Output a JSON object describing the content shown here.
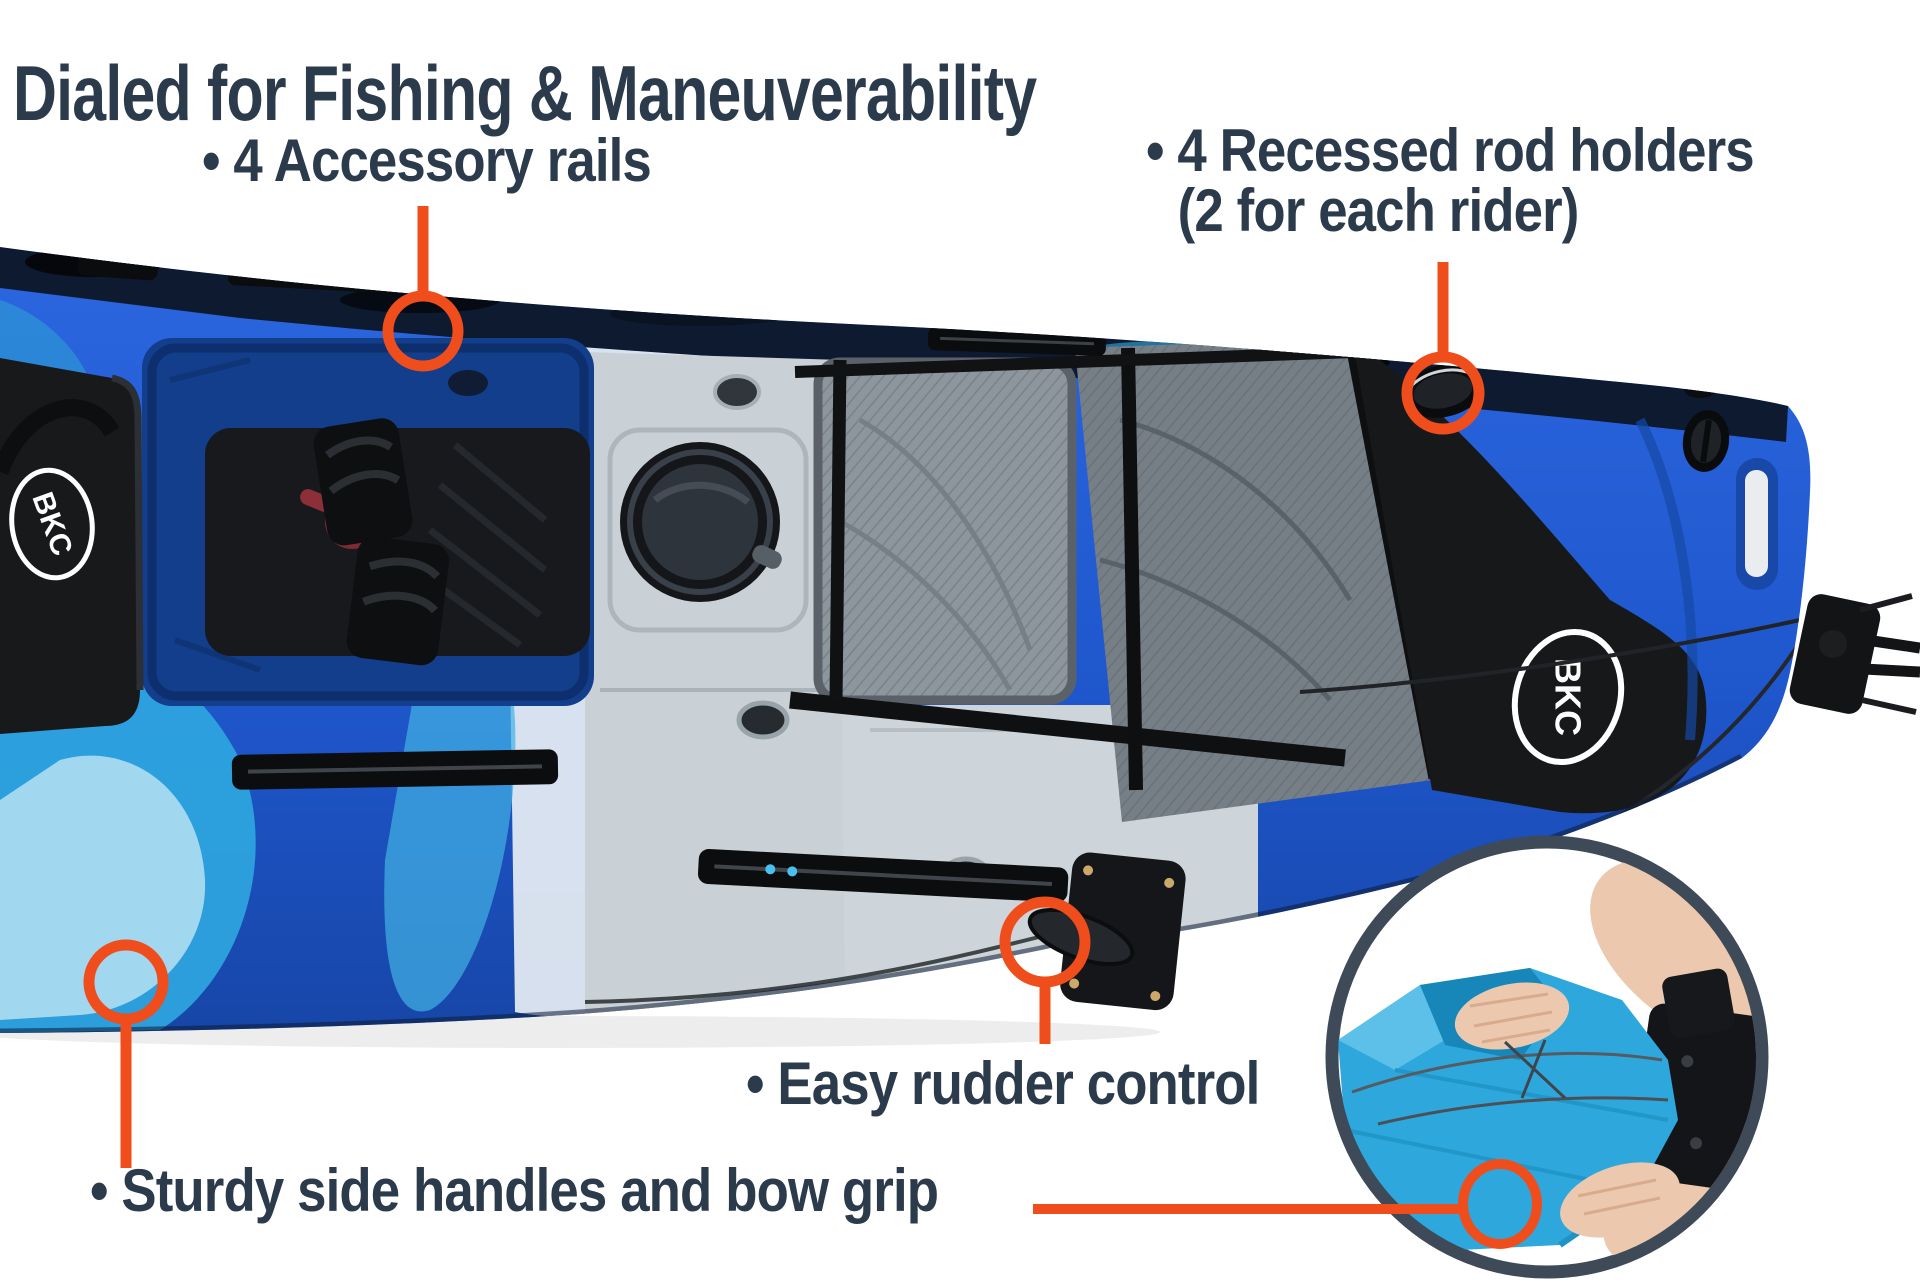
{
  "page": {
    "title": "Dialed for Fishing & Maneuverability"
  },
  "callouts": {
    "accessory_rails": {
      "label": "• 4 Accessory rails"
    },
    "rod_holders": {
      "line1": "• 4 Recessed rod holders",
      "line2": "(2 for each rider)"
    },
    "rudder_control": {
      "label": "• Easy rudder control"
    },
    "side_handles": {
      "label": "• Sturdy side handles and bow grip"
    }
  },
  "kayak": {
    "brand_logo": "BKC"
  },
  "colors": {
    "accent": "#f04d1d",
    "heading": "#2b3b4c",
    "kayak_blue": "#1f57cd",
    "kayak_cyan": "#33abe0",
    "deck_gray": "#c9d1d7",
    "inset_ring": "#3e4a57",
    "bow_cyan": "#2da7dc",
    "skin": "#ecc9ae"
  }
}
